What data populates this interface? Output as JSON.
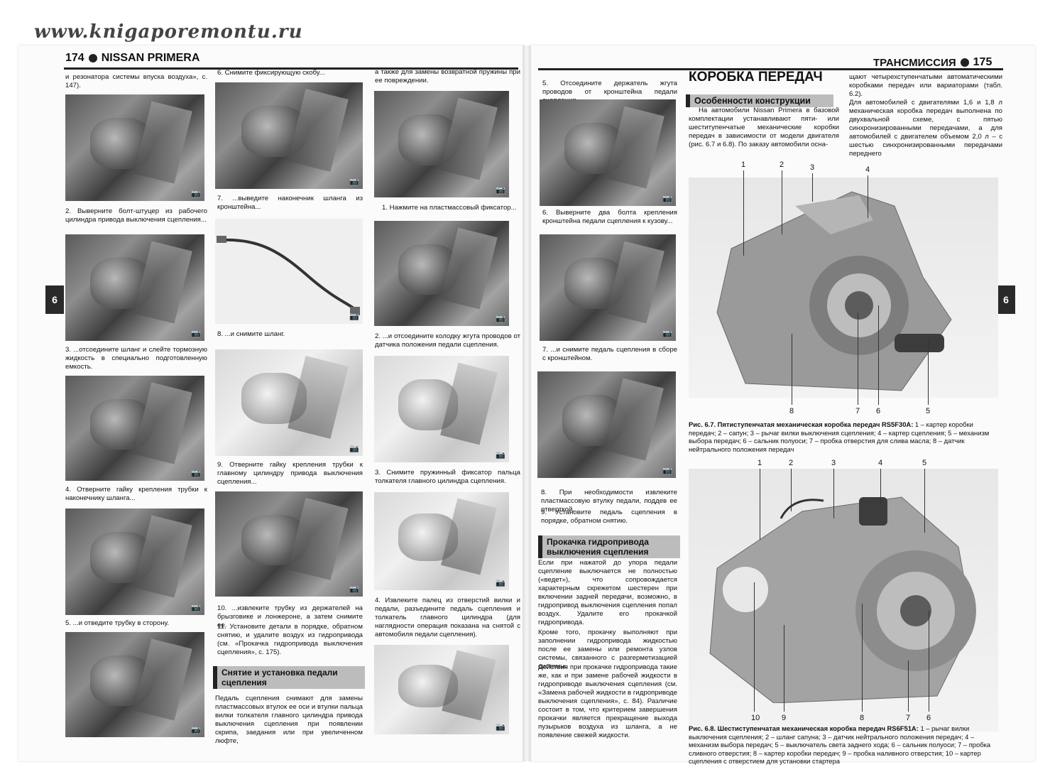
{
  "watermark": "www.knigaporemontu.ru",
  "left_page": {
    "page_number": "174",
    "header_title": "NISSAN PRIMERA",
    "chapter_tab": "6",
    "col1": {
      "top_text": "и резонатора системы впуска воздуха», с. 147).",
      "cap2": "2. Выверните болт-штуцер из рабочего цилиндра привода выключения сцепления...",
      "cap3": "3. ...отсоедините шланг и слейте тормозную жидкость в специально подготовленную емкость.",
      "cap4": "4. Отверните гайку крепления трубки к наконечнику шланга...",
      "cap5": "5. ...и отведите трубку в сторону."
    },
    "col2": {
      "cap6": "6. Снимите фиксирующую скобу...",
      "cap7": "7. ...выведите наконечник шланга из кронштейна...",
      "cap8": "8. ...и снимите шланг.",
      "cap9": "9. Отверните гайку крепления трубки к главному цилиндру привода выключения сцепления...",
      "cap10": "10. ...извлеките трубку из держателей на брызговике и лонжероне, а затем снимите ее.",
      "cap11": "11. Установите детали в порядке, обратном снятию, и удалите воздух из гидропривода (см. «Прокачка гидропривода выключения сцепления», с. 175).",
      "section_head": "Снятие и установка педали сцепления",
      "section_text": "Педаль сцепления снимают для замены пластмассовых втулок ее оси и втулки пальца вилки толкателя главного цилиндра привода выключения сцепления при появлении скрипа, заедания или при увеличенном люфте,"
    },
    "col3": {
      "top_text": "а также для замены возвратной пружины при ее повреждении.",
      "cap1": "1. Нажмите на пластмассовый фиксатор...",
      "cap2": "2. ...и отсоедините колодку жгута проводов от датчика положения педали сцепления.",
      "cap3": "3. Снимите пружинный фиксатор пальца толкателя главного цилиндра сцепления.",
      "cap4": "4. Извлеките палец из отверстий вилки и педали, разъедините педаль сцепления и толкатель главного цилиндра (для наглядности операция показана на снятой с автомобиля педали сцепления)."
    }
  },
  "right_page": {
    "page_number": "175",
    "header_title": "ТРАНСМИССИЯ",
    "chapter_tab": "6",
    "col1": {
      "cap5": "5. Отсоедините держатель жгута проводов от кронштейна педали сцепления.",
      "cap6": "6. Выверните два болта крепления кронштейна педали сцепления к кузову...",
      "cap7": "7. ...и снимите педаль сцепления в сборе с кронштейном.",
      "cap8": "8. При необходимости извлеките пластмассовую втулку педали, поддев ее отверткой.",
      "cap9": "9. Установите педаль сцепления в порядке, обратном снятию.",
      "section_head": "Прокачка гидропривода выключения сцепления",
      "para1": "Если при нажатой до упора педали сцепление выключается не полностью («ведет»), что сопровождается характерным скрежетом шестерен при включении задней передачи, возможно, в гидропривод выключения сцепления попал воздух. Удалите его прокачкой гидропривода.",
      "para2": "Кроме того, прокачку выполняют при заполнении гидропривода жидкостью после ее замены или ремонта узлов системы, связанного с разгерметизацией системы.",
      "para3": "Действия при прокачке гидропривода такие же, как и при замене рабочей жидкости в гидроприводе выключения сцепления (см. «Замена рабочей жидкости в гидроприводе выключения сцепления», с. 84). Различие состоит в том, что критерием завершения прокачки является прекращение выхода пузырьков воздуха из шланга, а не появление свежей жидкости."
    },
    "main_title": "КОРОБКА ПЕРЕДАЧ",
    "sub_head": "Особенности конструкции",
    "intro_left": "На автомобили Nissan Primera в базовой комплектации устанавливают пяти- или шеститупенчатые механические коробки передач в зависимости от модели двигателя (рис. 6.7 и 6.8). По заказу автомобили осна-",
    "intro_right": "щают четырехступенчатыми автоматическими коробками передач или вариаторами (табл. 6.2).\nДля автомобилей с двигателями 1,6 и 1,8 л механическая коробка передач выполнена по двухвальной схеме, с пятью синхронизированными передачами, а для автомобилей с двигателем объемом 2,0 л – с шестью синхронизированными передачами переднего",
    "fig1": {
      "labels_top": [
        "1",
        "2",
        "3",
        "4"
      ],
      "labels_bottom": [
        "8",
        "7",
        "6",
        "5"
      ],
      "caption_title": "Рис. 6.7. Пятиступенчатая механическая коробка передач RS5F30A:",
      "caption_text": "1 – картер коробки передач; 2 – сапун; 3 – рычаг вилки выключения сцепления; 4 – картер сцепления; 5 – механизм выбора передач; 6 – сальник полуоси; 7 – пробка отверстия для слива масла; 8 – датчик нейтрального положения передач"
    },
    "fig2": {
      "labels_top": [
        "1",
        "2",
        "3",
        "4",
        "5"
      ],
      "labels_bottom": [
        "10",
        "9",
        "8",
        "7",
        "6"
      ],
      "caption_title": "Рис. 6.8. Шестиступенчатая механическая коробка передач RS6F51A:",
      "caption_text": "1 – рычаг вилки выключения сцепления; 2 – шланг сапуна; 3 – датчик нейтрального положения передач; 4 – механизм выбора передач; 5 – выключатель света заднего хода; 6 – сальник полуоси; 7 – пробка сливного отверстия; 8 – картер коробки передач; 9 – пробка наливного отверстия; 10 – картер сцепления с отверстием для установки стартера"
    }
  }
}
